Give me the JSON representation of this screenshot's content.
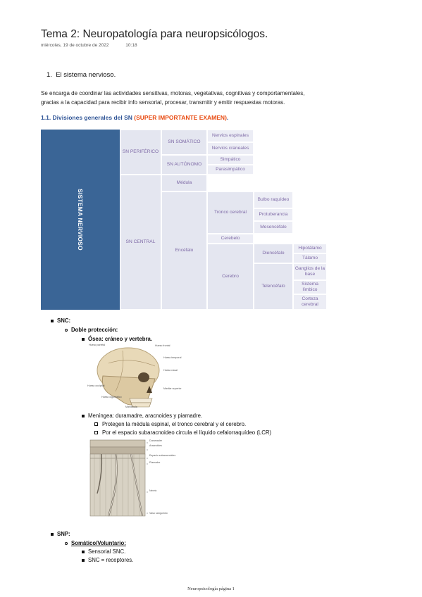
{
  "page": {
    "title": "Tema 2: Neuropatología para neuropsicólogos.",
    "date": "miércoles, 19 de octubre de 2022",
    "time": "10:18"
  },
  "section1": {
    "number": "1.",
    "heading": "El sistema nervioso.",
    "intro_line1": "Se encarga de coordinar las actividades sensitivas, motoras, vegetativas, cognitivas y comportamentales,",
    "intro_line2": "gracias a la capacidad para recibir info sensorial, procesar, transmitir y emitir respuestas motoras."
  },
  "section1_1": {
    "heading": "1.1. Divisiones generales del SN",
    "highlight": "(SUPER IMPORTANTE EXAMEN)",
    "after": "."
  },
  "table": {
    "root": "SISTEMA NERVIOSO",
    "sn_periferico": "SN PERIFÉRICO",
    "sn_somatico": "SN SOMÁTICO",
    "nervios_espinales": "Nervios espinales",
    "nervios_craneales": "Nervios craneales",
    "sn_autonomo": "SN AUTÓNOMO",
    "simpatico": "Simpático",
    "parasimpatico": "Parasimpático",
    "sn_central": "SN CENTRAL",
    "medula": "Médula",
    "encefalo": "Encéfalo",
    "tronco_cerebral": "Tronco cerebral",
    "bulbo": "Bulbo raquídeo",
    "protuberancia": "Protuberancia",
    "mesencefalo": "Mesencéfalo",
    "cerebelo": "Cerebelo",
    "cerebro": "Cerebro",
    "diencefalo": "Diencéfalo",
    "hipotalamo": "Hipotálamo",
    "talamo": "Tálamo",
    "telencefalo": "Telencéfalo",
    "ganglios": "Ganglios de la base",
    "limbico": "Sistema límbico",
    "corteza": "Corteza cerebral"
  },
  "snc": {
    "label": "SNC:",
    "doble": "Doble protección:",
    "osea": "Ósea: cráneo y vertebra.",
    "meningea": "Meníngea: duramadre, aracnoides y piamadre.",
    "protege": "Protegen la médula espinal, el tronco cerebral y el cerebro.",
    "espacio": "Por el espacio subaracnoideo circula el líquido cefalorraquídeo (LCR)"
  },
  "skull_labels": [
    "Hueso parietal",
    "Hueso frontal",
    "Hueso temporal",
    "Hueso nasal",
    "Hueso occipital",
    "Maxilar superior",
    "Hueso cigomático",
    "Mandíbula"
  ],
  "meninges_labels": [
    "Duramadre",
    "Aracnoides",
    "Espacio subaracnoideo",
    "Piamadre",
    "Nervio",
    "Vaso sanguíneo"
  ],
  "snp": {
    "label": "SNP:",
    "somatico": "Somático/Voluntario:",
    "sensorial": "Sensorial SNC.",
    "snc_receptores": "SNC = receptores."
  },
  "footer": "Neuropsicología página 1"
}
